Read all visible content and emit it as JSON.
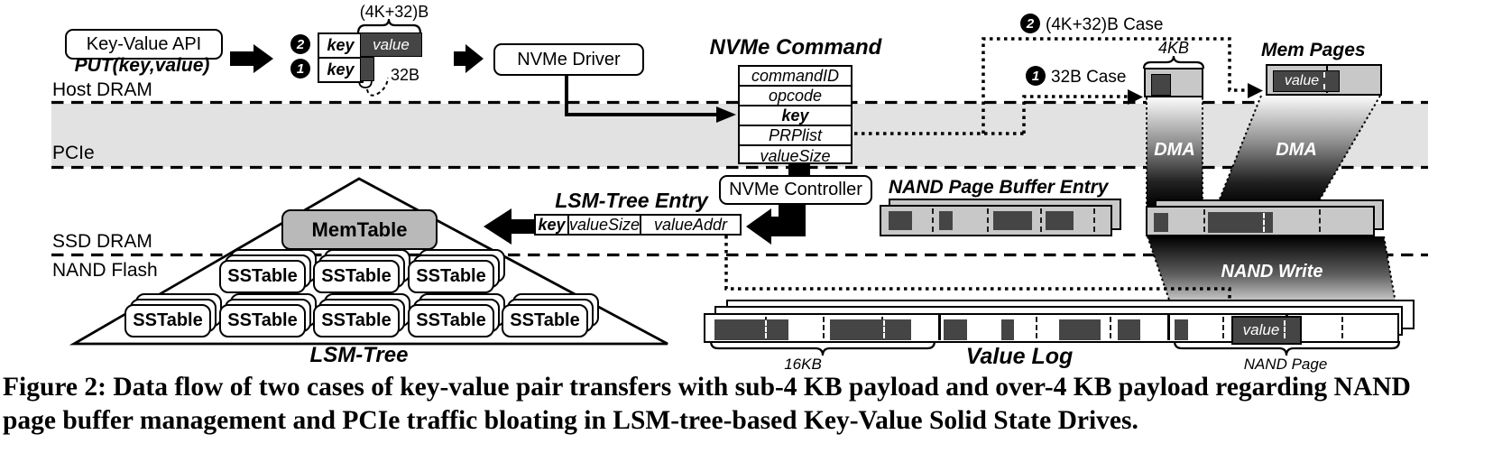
{
  "lanes": {
    "host_dram": "Host DRAM",
    "pcie": "PCIe",
    "ssd_dram": "SSD DRAM",
    "nand_flash": "NAND Flash"
  },
  "host": {
    "api_box": "Key-Value API",
    "put_call": "PUT(key,value)",
    "pair_case2": {
      "num": "2",
      "key": "key",
      "value": "value",
      "size": "(4K+32)B"
    },
    "pair_case1": {
      "num": "1",
      "key": "key",
      "size": "32B"
    },
    "nvme_driver": "NVMe Driver"
  },
  "nvme_command": {
    "title": "NVMe Command",
    "fields": [
      "commandID",
      "opcode",
      "key",
      "PRPlist",
      "valueSize"
    ]
  },
  "controller": {
    "label": "NVMe Controller"
  },
  "lsm_entry": {
    "title": "LSM-Tree Entry",
    "fields": [
      "key",
      "valueSize",
      "valueAddr"
    ]
  },
  "lsm_tree": {
    "memtable": "MemTable",
    "sstable": "SSTable",
    "label": "LSM-Tree"
  },
  "cases": {
    "case2": {
      "num": "2",
      "label": "(4K+32)B Case"
    },
    "case1": {
      "num": "1",
      "label": "32B Case"
    }
  },
  "ssd_right": {
    "buffer_title": "NAND Page Buffer Entry",
    "page_size": "4KB",
    "mem_pages": "Mem Pages",
    "mem_value": "value",
    "dma": "DMA",
    "nand_write": "NAND Write"
  },
  "value_log": {
    "label": "Value Log",
    "segment_size": "16KB",
    "nand_page": "NAND Page",
    "value": "value"
  },
  "caption": {
    "line1": "Figure 2: Data flow of two cases of key-value pair transfers with sub-4 KB payload and over-4 KB payload regarding NAND",
    "line2": "page buffer management and PCIe traffic bloating in LSM-tree-based Key-Value Solid State Drives."
  },
  "colors": {
    "pcie_band": "#e2e2e2",
    "dark_value": "#454545",
    "buffer_gray": "#c8c8c8",
    "memtable_gray": "#b9b9b9"
  }
}
